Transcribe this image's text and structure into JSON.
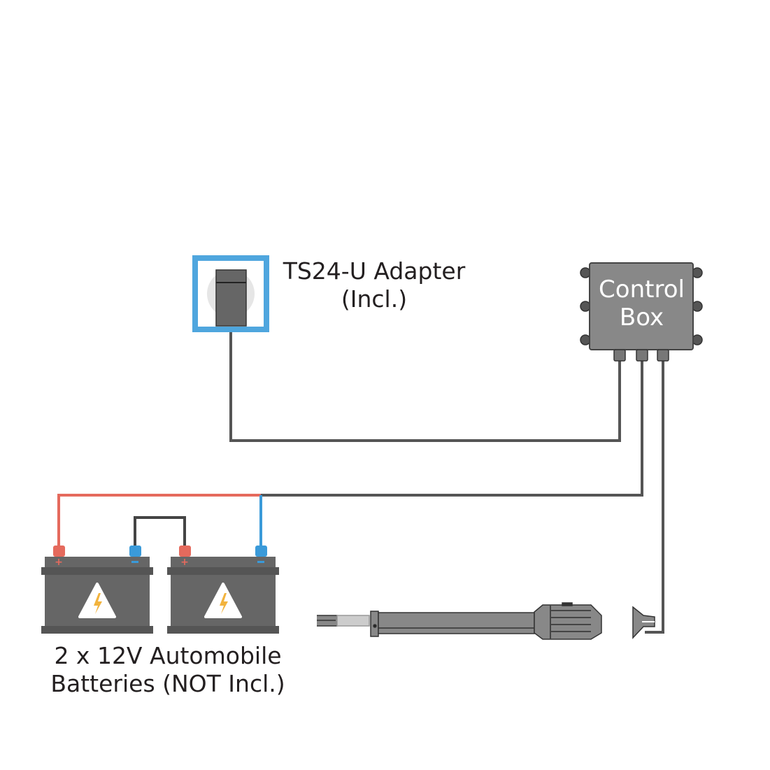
{
  "diagram": {
    "adapter": {
      "title": "TS24-U Adapter",
      "subtitle": "(Incl.)"
    },
    "control_box": {
      "line1": "Control",
      "line2": "Box"
    },
    "batteries": {
      "line1": "2 x 12V Automobile",
      "line2": "Batteries (NOT Incl.)",
      "count": 2,
      "voltage": "12V"
    },
    "actuator": {
      "name": "linear-actuator"
    },
    "colors": {
      "positive_wire": "#e56a5d",
      "negative_wire": "#3a9ad9",
      "cable": "#555555",
      "adapter_frame": "#4fa6de",
      "device_body": "#666666",
      "control_box_body": "#888888",
      "warning_bolt": "#f2b33d"
    }
  }
}
